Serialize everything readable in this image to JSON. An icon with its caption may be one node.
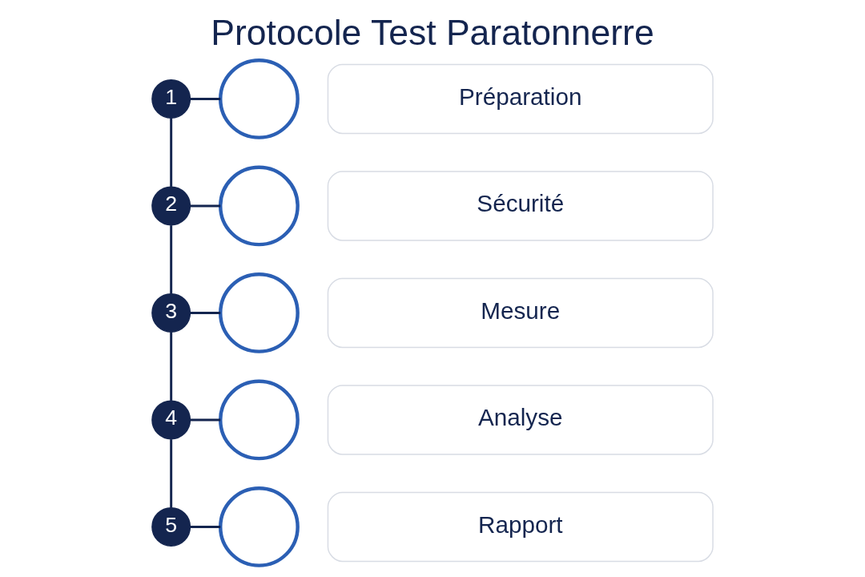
{
  "diagram": {
    "title": "Protocole Test Paratonnerre",
    "nodes": [
      {
        "text": [
          "1"
        ]
      },
      {
        "text": [],
        "shape": "circle"
      },
      {
        "text": [
          "Préparation"
        ]
      },
      {
        "text": [
          "2"
        ]
      },
      {
        "text": [],
        "shape": "circle"
      },
      {
        "text": [
          "Sécurité"
        ]
      },
      {
        "text": [
          "3"
        ]
      },
      {
        "text": [],
        "shape": "circle"
      },
      {
        "text": [
          "Mesure"
        ]
      },
      {
        "text": [
          "4"
        ]
      },
      {
        "text": [],
        "shape": "circle"
      },
      {
        "text": [
          "Analyse"
        ]
      },
      {
        "text": [
          "5"
        ]
      },
      {
        "text": [],
        "shape": "circle"
      },
      {
        "text": [
          "Rapport"
        ]
      }
    ],
    "edges": [
      {
        "from": 0,
        "to": 1,
        "arrow": "none"
      },
      {
        "from": 3,
        "to": 4,
        "arrow": "none"
      },
      {
        "from": 6,
        "to": 7,
        "arrow": "none"
      },
      {
        "from": 9,
        "to": 10,
        "arrow": "none"
      },
      {
        "from": 12,
        "to": 13,
        "arrow": "none"
      },
      {
        "from": 0,
        "to": 3,
        "arrow": "none"
      },
      {
        "from": 3,
        "to": 6,
        "arrow": "none"
      },
      {
        "from": 6,
        "to": 9,
        "arrow": "none"
      },
      {
        "from": 9,
        "to": 12,
        "arrow": "none"
      }
    ]
  }
}
